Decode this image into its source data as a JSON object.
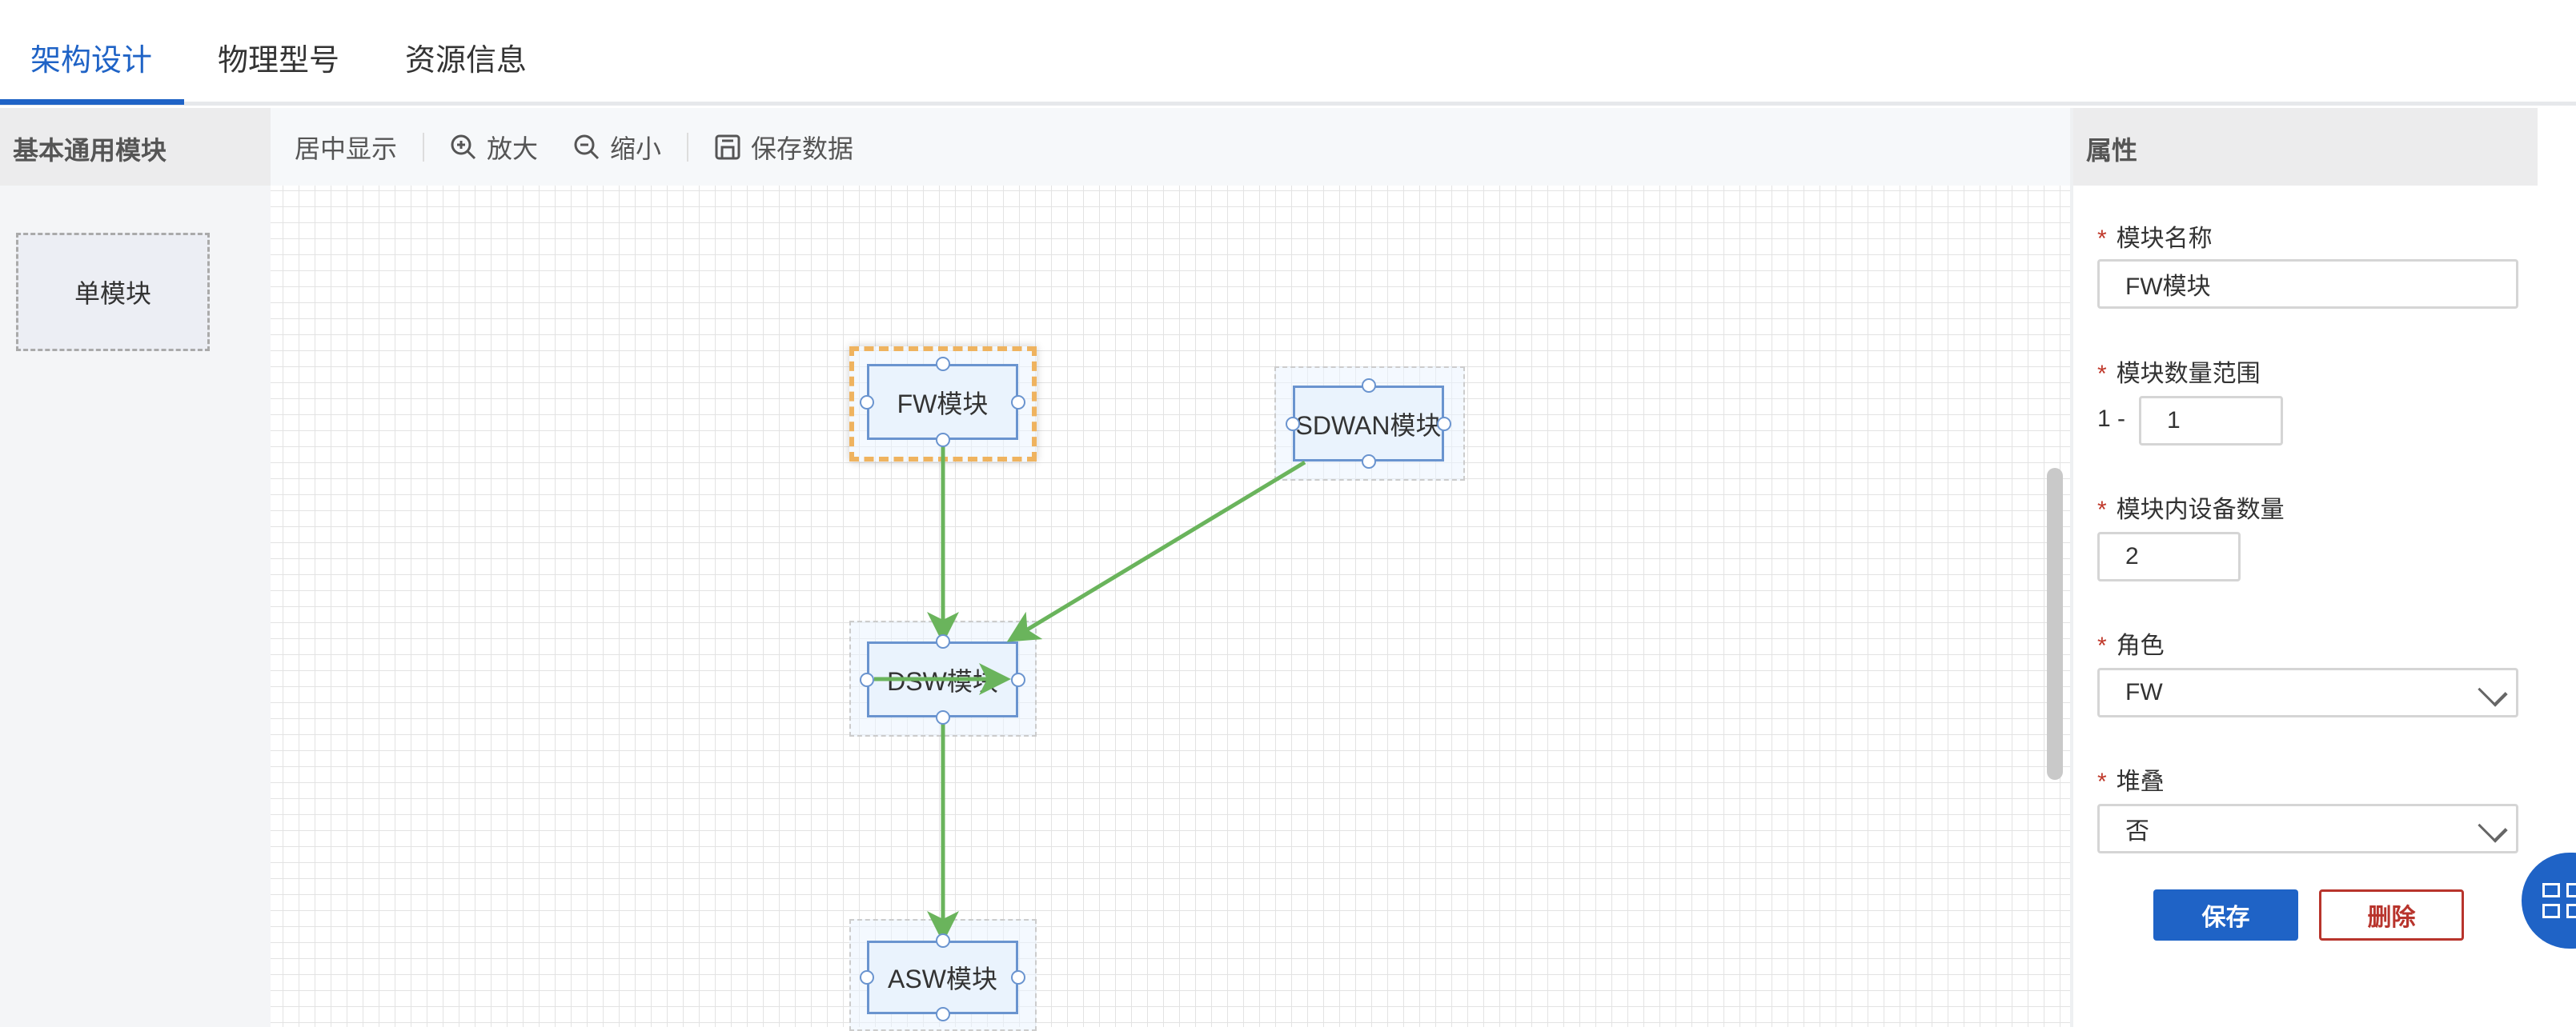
{
  "tabs": [
    {
      "label": "架构设计",
      "active": true
    },
    {
      "label": "物理型号"
    },
    {
      "label": "资源信息"
    }
  ],
  "left_panel": {
    "title": "基本通用模块",
    "items": [
      {
        "label": "单模块"
      }
    ]
  },
  "toolbar": {
    "center": "居中显示",
    "zoom_in": "放大",
    "zoom_out": "缩小",
    "save": "保存数据"
  },
  "canvas": {
    "nodes": [
      {
        "label": "FW模块",
        "selected": true
      },
      {
        "label": "SDWAN模块"
      },
      {
        "label": "DSW模块"
      },
      {
        "label": "ASW模块"
      }
    ],
    "edges": [
      [
        "FW模块",
        "DSW模块"
      ],
      [
        "SDWAN模块",
        "DSW模块"
      ],
      [
        "DSW模块",
        "DSW模块"
      ],
      [
        "DSW模块",
        "ASW模块"
      ]
    ],
    "edge_color": "#6ab45c"
  },
  "properties": {
    "title": "属性",
    "name_label": "模块名称",
    "name_value": "FW模块",
    "range_label": "模块数量范围",
    "range_prefix": "1 -",
    "range_value": "1",
    "device_count_label": "模块内设备数量",
    "device_count_value": "2",
    "role_label": "角色",
    "role_value": "FW",
    "stack_label": "堆叠",
    "stack_value": "否",
    "required_mark": "*",
    "save": "保存",
    "delete": "删除"
  },
  "colors": {
    "primary": "#1f63c6",
    "danger": "#b8342c",
    "selected_outline": "#efb35f"
  }
}
